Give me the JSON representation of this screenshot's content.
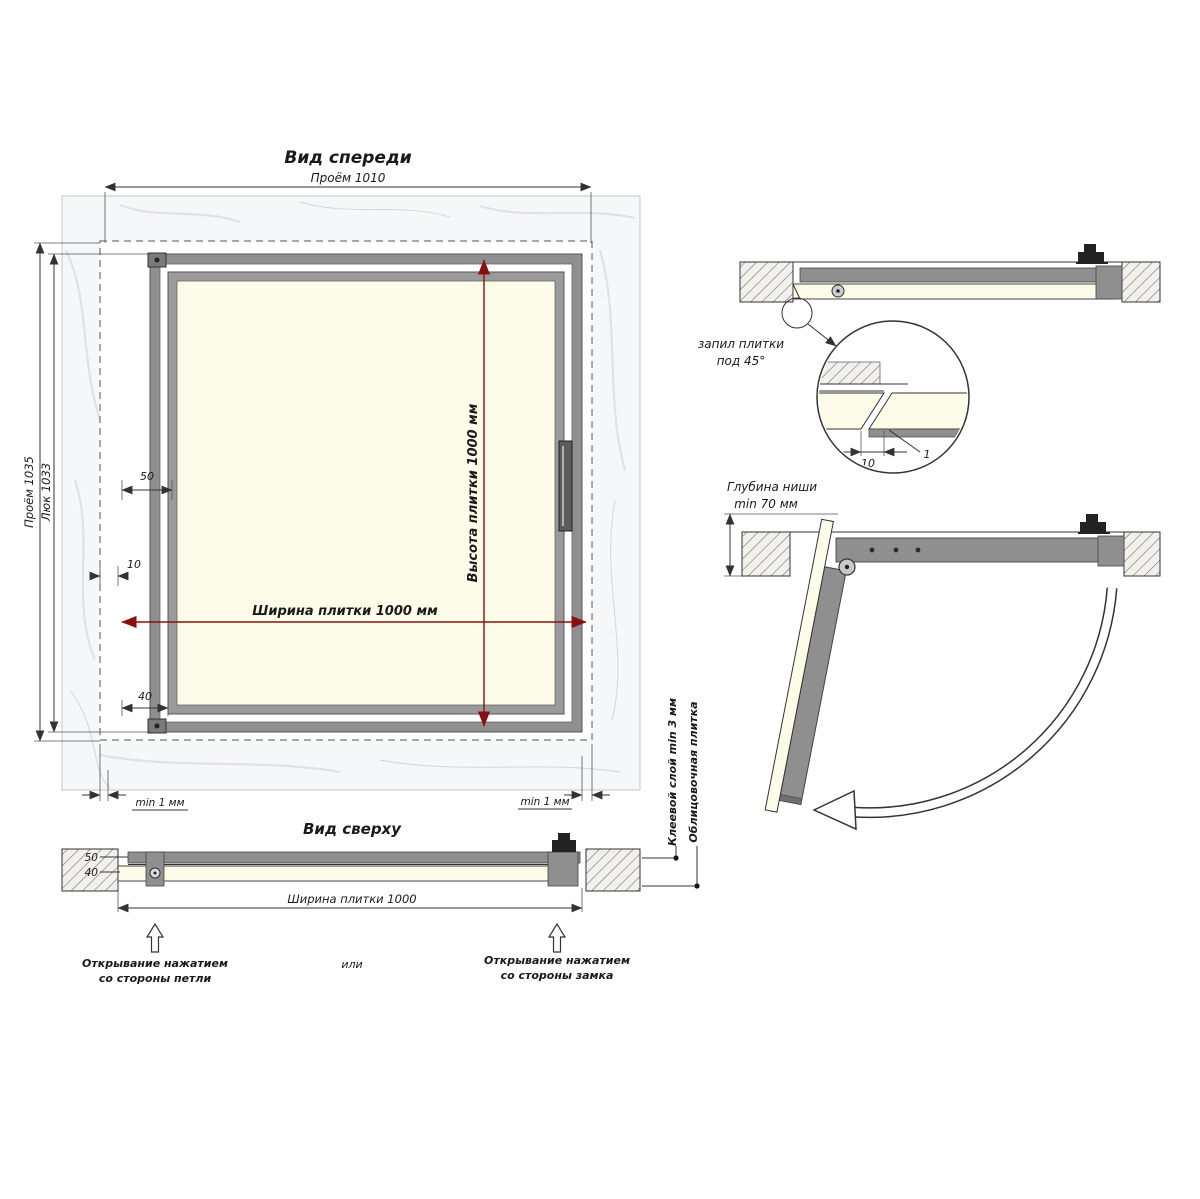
{
  "colors": {
    "dim_red": "#8b0f0f",
    "frame_gray": "#8f8f8f",
    "tile_cream": "#fcfce8",
    "line": "#333333"
  },
  "front_view": {
    "title": "Вид спереди",
    "dims": {
      "opening_width": "Проём 1010",
      "opening_height": "Проём 1035",
      "hatch_height": "Люк 1033",
      "tile_height": "Высота плитки 1000 мм",
      "tile_width": "Ширина плитки 1000 мм",
      "frame_offset_50": "50",
      "gap_10": "10",
      "offset_40": "40",
      "gap_left": "min 1 мм",
      "gap_right": "min 1 мм"
    }
  },
  "top_view": {
    "title": "Вид сверху",
    "dims": {
      "frame_50": "50",
      "offset_40": "40",
      "tile_width": "Ширина плитки 1000"
    },
    "labels": {
      "open_hinge_1": "Открывание нажатием",
      "open_hinge_2": "со стороны петли",
      "or": "или",
      "open_lock_1": "Открывание нажатием",
      "open_lock_2": "со стороны замка",
      "glue_layer": "Клеевой слой min 3 мм",
      "facing_tile": "Облицовочная плитка"
    }
  },
  "section_closed": {
    "labels": {
      "tile_cut_1": "запил плитки",
      "tile_cut_2": "под 45°"
    },
    "detail": {
      "dim_10": "10",
      "dim_1": "1"
    }
  },
  "section_open": {
    "labels": {
      "niche_depth_1": "Глубина ниши",
      "niche_depth_2": "min 70 мм"
    }
  }
}
